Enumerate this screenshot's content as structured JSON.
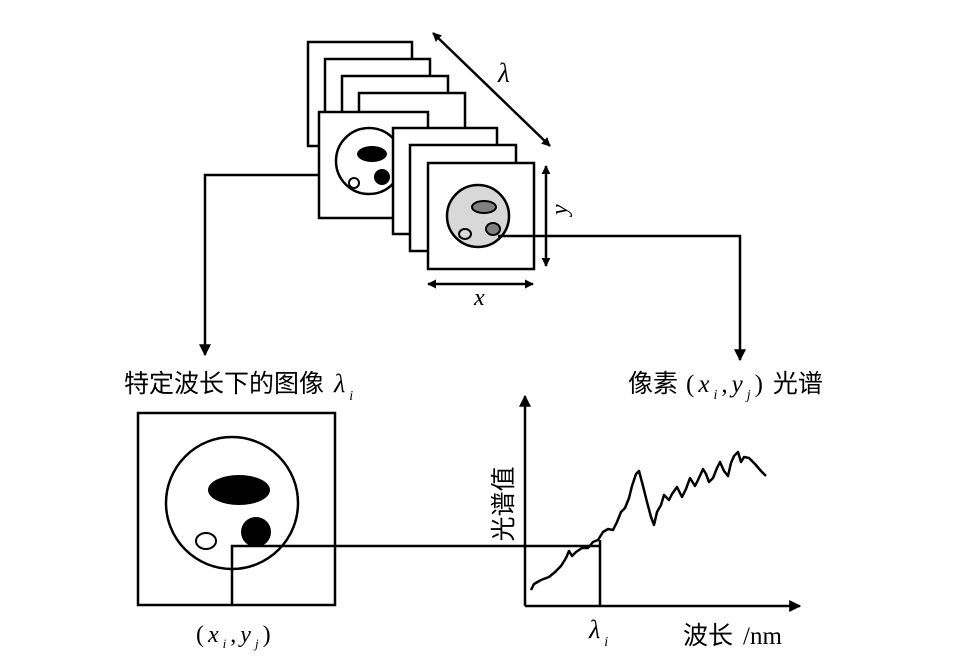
{
  "labels": {
    "lambda_axis": "λ",
    "x_axis": "x",
    "y_axis": "y",
    "image_title_text": "特定波长下的图像",
    "image_title_sym": "λ",
    "image_title_sub": "i",
    "spectrum_title_text": "像素",
    "spectrum_title_open": "(",
    "spectrum_title_x": "x",
    "spectrum_title_xsub": "i",
    "spectrum_title_comma": ",",
    "spectrum_title_y": "y",
    "spectrum_title_ysub": "j",
    "spectrum_title_close": ")",
    "spectrum_title_tail": "光谱",
    "pixel_coord_open": "(",
    "pixel_coord_x": "x",
    "pixel_coord_xsub": "i",
    "pixel_coord_comma": ",",
    "pixel_coord_y": "y",
    "pixel_coord_ysub": "j",
    "pixel_coord_close": ")",
    "spectrum_ylabel": "光谱值",
    "spectrum_xlabel_text": "波长",
    "spectrum_xlabel_unit": "/nm",
    "lambda_tick_sym": "λ",
    "lambda_tick_sub": "i"
  },
  "colors": {
    "stroke": "#000000",
    "fill_light": "#d8d8d8",
    "fill_mid": "#808080",
    "background": "#ffffff"
  }
}
